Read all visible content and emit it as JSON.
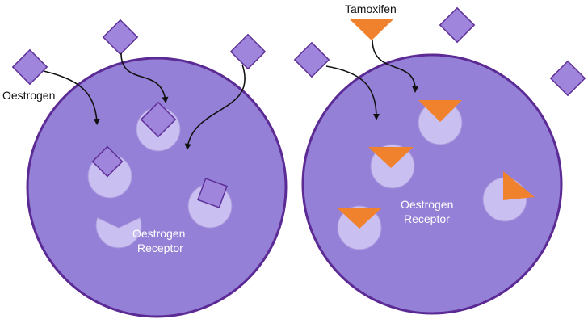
{
  "labels": {
    "left_oestrogen": "Oestrogen",
    "left_receptor_line1": "Oestrogen",
    "left_receptor_line2": "Receptor",
    "right_tamoxifen": "Tamoxifen",
    "right_receptor_line1": "Oestrogen",
    "right_receptor_line2": "Receptor"
  },
  "colors": {
    "cell_fill": "#9480d6",
    "cell_stroke": "#5b2a94",
    "receptor_fill": "#c9bff0",
    "receptor_stroke": "#a995dc",
    "oestrogen_fill": "#9f85dc",
    "oestrogen_stroke": "#5e2f98",
    "tamoxifen_fill": "#f0822e",
    "arrow": "#111111",
    "receptor_text": "#ffffff",
    "outside_text": "#111111"
  }
}
